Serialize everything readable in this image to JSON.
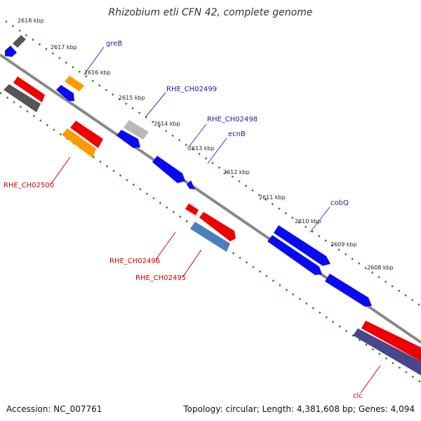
{
  "title": "Rhizobium etli CFN 42, complete genome",
  "footer": {
    "accession": "Accession: NC_007761",
    "summary": "Topology: circular; Length: 4,381,608 bp; Genes: 4,094"
  },
  "ticks": [
    "2618 kbp",
    "2617 kbp",
    "2616 kbp",
    "2615 kbp",
    "2614 kbp",
    "2613 kbp",
    "2612 kbp",
    "2611 kbp",
    "2610 kbp",
    "2609 kbp",
    "2608 kbp"
  ],
  "labels": {
    "greB": "greB",
    "rhe_ch02499": "RHE_CH02499",
    "rhe_ch02498": "RHE_CH02498",
    "ecnB": "ecnB",
    "cobQ": "cobQ",
    "rhe_ch02500": "RHE_CH02500",
    "rhe_ch02496": "RHE_CH02496",
    "rhe_ch02495": "RHE_CH02495",
    "clc": "clc"
  },
  "colors": {
    "blue": "#0a0af0",
    "red": "#ee0000",
    "orange": "#ff9900",
    "gray": "#555555",
    "lightgray": "#b9b9b9",
    "steelblue": "#4a7fc0",
    "slate": "#4a468c",
    "tick": "#2e8b22",
    "axis": "#777777"
  }
}
